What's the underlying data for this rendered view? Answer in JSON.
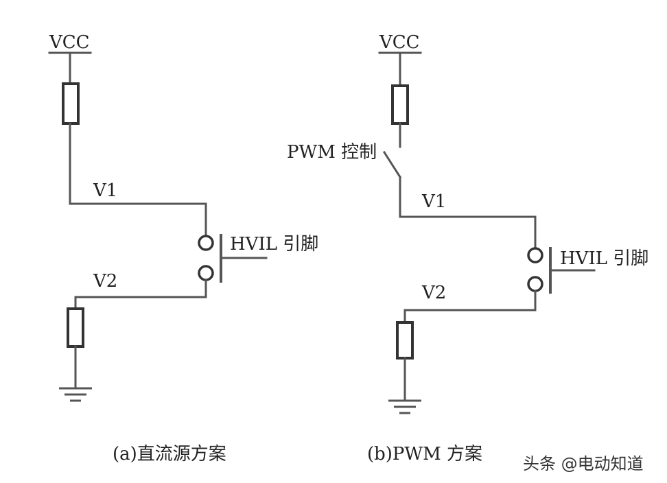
{
  "diagram_a": {
    "vcc_label": "VCC",
    "v1_label": "V1",
    "v2_label": "V2",
    "hvil_label": "HVIL 引脚",
    "caption": "(a)直流源方案"
  },
  "diagram_b": {
    "vcc_label": "VCC",
    "pwm_label": "PWM 控制",
    "v1_label": "V1",
    "v2_label": "V2",
    "hvil_label": "HVIL 引脚",
    "caption": "(b)PWM 方案"
  },
  "watermark": "头条 @电动知道"
}
